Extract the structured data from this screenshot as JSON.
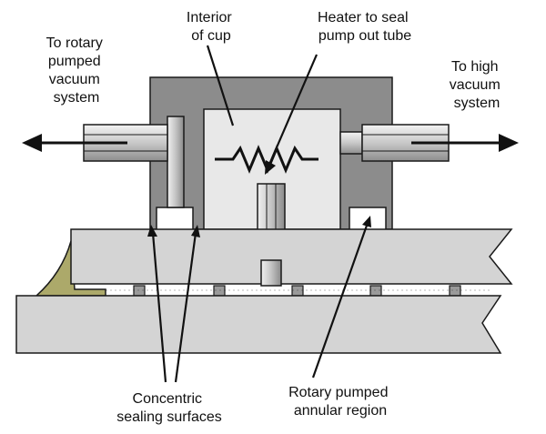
{
  "labels": {
    "rotary_line1": "To rotary",
    "rotary_line2": "pumped",
    "rotary_line3": "vacuum",
    "rotary_line4": "system",
    "interior_line1": "Interior",
    "interior_line2": "of cup",
    "heater_line1": "Heater to seal",
    "heater_line2": "pump out tube",
    "highvac_line1": "To high",
    "highvac_line2": "vacuum",
    "highvac_line3": "system",
    "concentric_line1": "Concentric",
    "concentric_line2": "sealing surfaces",
    "annular_line1": "Rotary pumped",
    "annular_line2": "annular region"
  },
  "colors": {
    "housing": "#8c8c8c",
    "plate": "#d4d4d4",
    "cup": "#e8e8e8",
    "sealant": "#aca96a",
    "stroke": "#1a1a1a"
  }
}
